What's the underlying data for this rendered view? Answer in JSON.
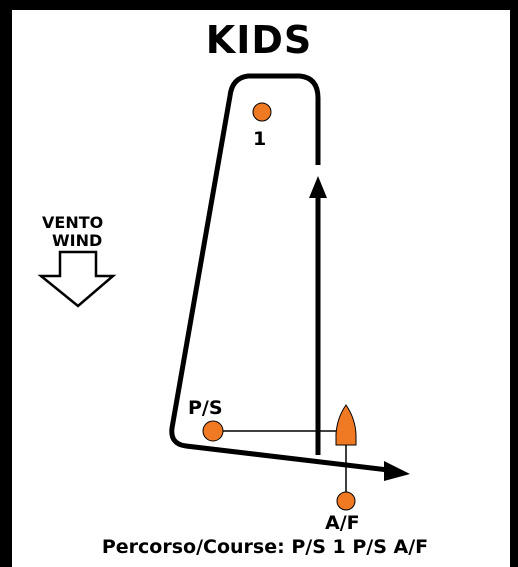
{
  "title": "KIDS",
  "wind": {
    "line1": "VENTO",
    "line2": "WIND"
  },
  "marks": {
    "mark1": "1",
    "start": "P/S",
    "finish": "A/F"
  },
  "course_text": "Percorso/Course: P/S 1 P/S  A/F",
  "colors": {
    "mark": "#f07a23",
    "outline": "#000000",
    "background": "#ffffff"
  }
}
